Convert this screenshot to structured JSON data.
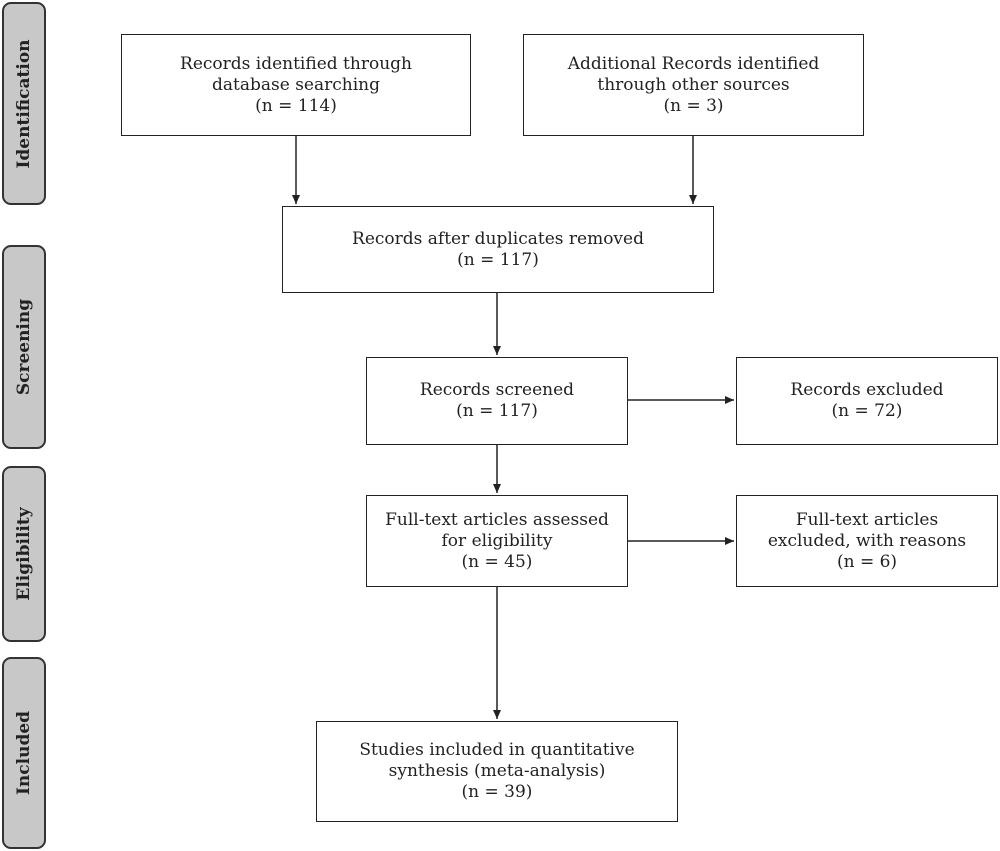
{
  "stages": {
    "identification": "Identification",
    "screening": "Screening",
    "eligibility": "Eligibility",
    "included": "Included"
  },
  "boxes": {
    "database_records": {
      "lines": [
        "Records identified through",
        "database searching",
        "(n = 114)"
      ]
    },
    "other_records": {
      "lines": [
        "Additional Records identified",
        "through other sources",
        "(n = 3)"
      ]
    },
    "after_duplicates": {
      "lines": [
        "Records after duplicates removed",
        "(n = 117)"
      ]
    },
    "screened": {
      "lines": [
        "Records screened",
        "(n = 117)"
      ]
    },
    "excluded": {
      "lines": [
        "Records excluded",
        "(n = 72)"
      ]
    },
    "fulltext_assessed": {
      "lines": [
        "Full-text articles assessed",
        "for eligibility",
        "(n = 45)"
      ]
    },
    "fulltext_excluded": {
      "lines": [
        "Full-text articles",
        "excluded, with reasons",
        "(n = 6)"
      ]
    },
    "included_studies": {
      "lines": [
        "Studies included in quantitative",
        "synthesis (meta-analysis)",
        "(n = 39)"
      ]
    }
  },
  "colors": {
    "stage_fill": "#c8c8c8",
    "stroke": "#222222"
  }
}
